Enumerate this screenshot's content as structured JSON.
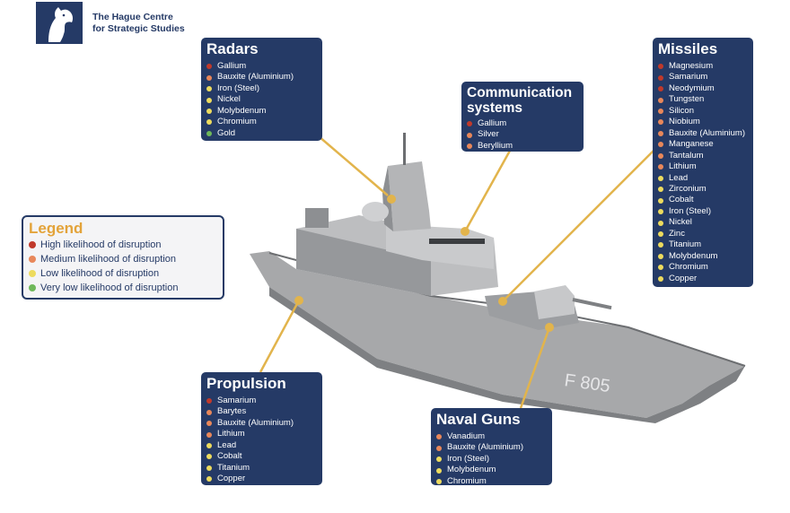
{
  "org": {
    "line1": "The Hague Centre",
    "line2": "for Strategic Studies"
  },
  "ship": {
    "hull_number": "F 805"
  },
  "colors": {
    "navy": "#253a66",
    "high": "#c0392b",
    "medium": "#e8875a",
    "low": "#eddb5e",
    "very_low": "#6fb85a",
    "connector": "#e2b44c"
  },
  "legend": {
    "title": "Legend",
    "items": [
      {
        "label": "High likelihood of disruption",
        "level": "high"
      },
      {
        "label": "Medium likelihood of disruption",
        "level": "medium"
      },
      {
        "label": "Low likelihood of disruption",
        "level": "low"
      },
      {
        "label": "Very low likelihood of disruption",
        "level": "very_low"
      }
    ]
  },
  "radars": {
    "title": "Radars",
    "items": [
      {
        "label": "Gallium",
        "level": "high"
      },
      {
        "label": "Bauxite (Aluminium)",
        "level": "medium"
      },
      {
        "label": "Iron (Steel)",
        "level": "low"
      },
      {
        "label": "Nickel",
        "level": "low"
      },
      {
        "label": "Molybdenum",
        "level": "low"
      },
      {
        "label": "Chromium",
        "level": "low"
      },
      {
        "label": "Gold",
        "level": "very_low"
      }
    ]
  },
  "communication": {
    "title_line1": "Communication",
    "title_line2": "systems",
    "items": [
      {
        "label": "Gallium",
        "level": "high"
      },
      {
        "label": "Silver",
        "level": "medium"
      },
      {
        "label": "Beryllium",
        "level": "medium"
      }
    ]
  },
  "missiles": {
    "title": "Missiles",
    "items": [
      {
        "label": "Magnesium",
        "level": "high"
      },
      {
        "label": "Samarium",
        "level": "high"
      },
      {
        "label": "Neodymium",
        "level": "high"
      },
      {
        "label": "Tungsten",
        "level": "medium"
      },
      {
        "label": "Silicon",
        "level": "medium"
      },
      {
        "label": "Niobium",
        "level": "medium"
      },
      {
        "label": "Bauxite (Aluminium)",
        "level": "medium"
      },
      {
        "label": "Manganese",
        "level": "medium"
      },
      {
        "label": "Tantalum",
        "level": "medium"
      },
      {
        "label": "Lithium",
        "level": "medium"
      },
      {
        "label": "Lead",
        "level": "low"
      },
      {
        "label": "Zirconium",
        "level": "low"
      },
      {
        "label": "Cobalt",
        "level": "low"
      },
      {
        "label": "Iron (Steel)",
        "level": "low"
      },
      {
        "label": "Nickel",
        "level": "low"
      },
      {
        "label": "Zinc",
        "level": "low"
      },
      {
        "label": "Titanium",
        "level": "low"
      },
      {
        "label": "Molybdenum",
        "level": "low"
      },
      {
        "label": "Chromium",
        "level": "low"
      },
      {
        "label": "Copper",
        "level": "low"
      }
    ]
  },
  "propulsion": {
    "title": "Propulsion",
    "items": [
      {
        "label": "Samarium",
        "level": "high"
      },
      {
        "label": "Barytes",
        "level": "medium"
      },
      {
        "label": "Bauxite (Aluminium)",
        "level": "medium"
      },
      {
        "label": "Lithium",
        "level": "medium"
      },
      {
        "label": "Lead",
        "level": "low"
      },
      {
        "label": "Cobalt",
        "level": "low"
      },
      {
        "label": "Titanium",
        "level": "low"
      },
      {
        "label": "Copper",
        "level": "low"
      }
    ]
  },
  "naval_guns": {
    "title": "Naval Guns",
    "items": [
      {
        "label": "Vanadium",
        "level": "medium"
      },
      {
        "label": "Bauxite (Aluminium)",
        "level": "medium"
      },
      {
        "label": "Iron (Steel)",
        "level": "low"
      },
      {
        "label": "Molybdenum",
        "level": "low"
      },
      {
        "label": "Chromium",
        "level": "low"
      }
    ]
  }
}
